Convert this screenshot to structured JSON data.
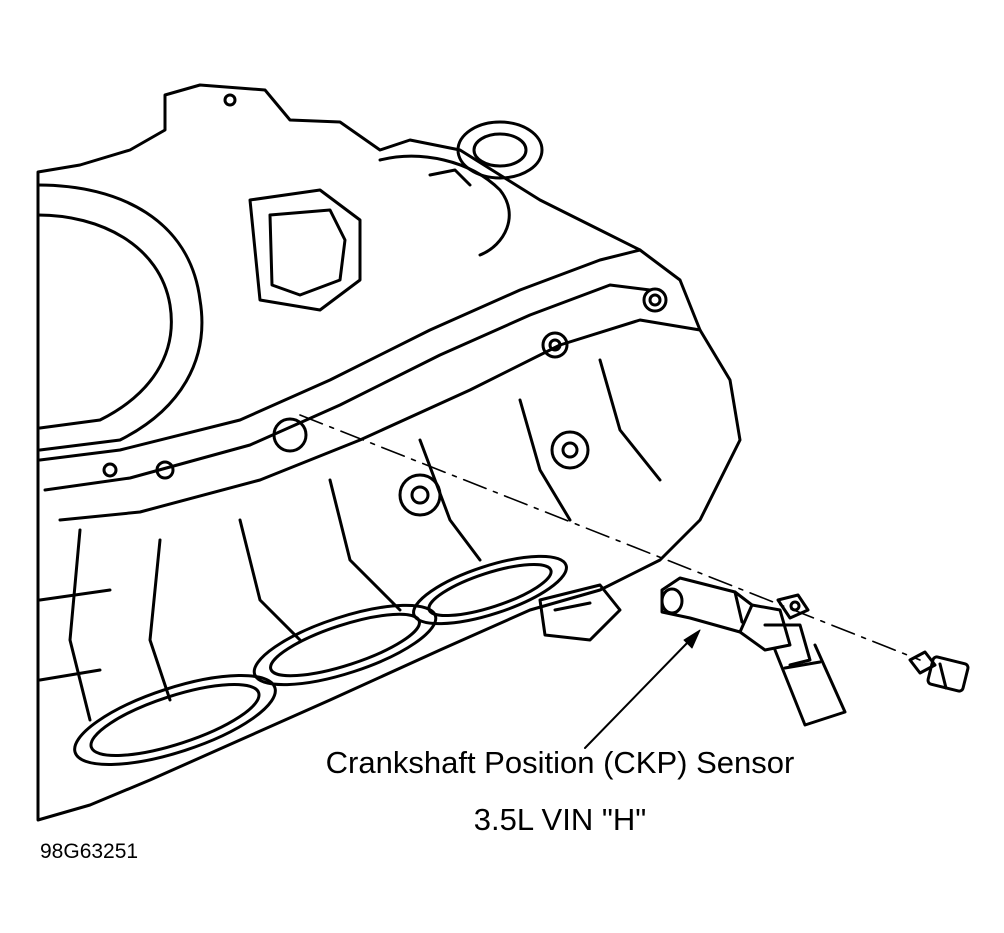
{
  "figure": {
    "callout_part": "Crankshaft Position (CKP) Sensor",
    "callout_engine": "3.5L VIN \"H\"",
    "figure_id": "98G63251"
  },
  "colors": {
    "line": "#000000",
    "background": "#ffffff"
  }
}
